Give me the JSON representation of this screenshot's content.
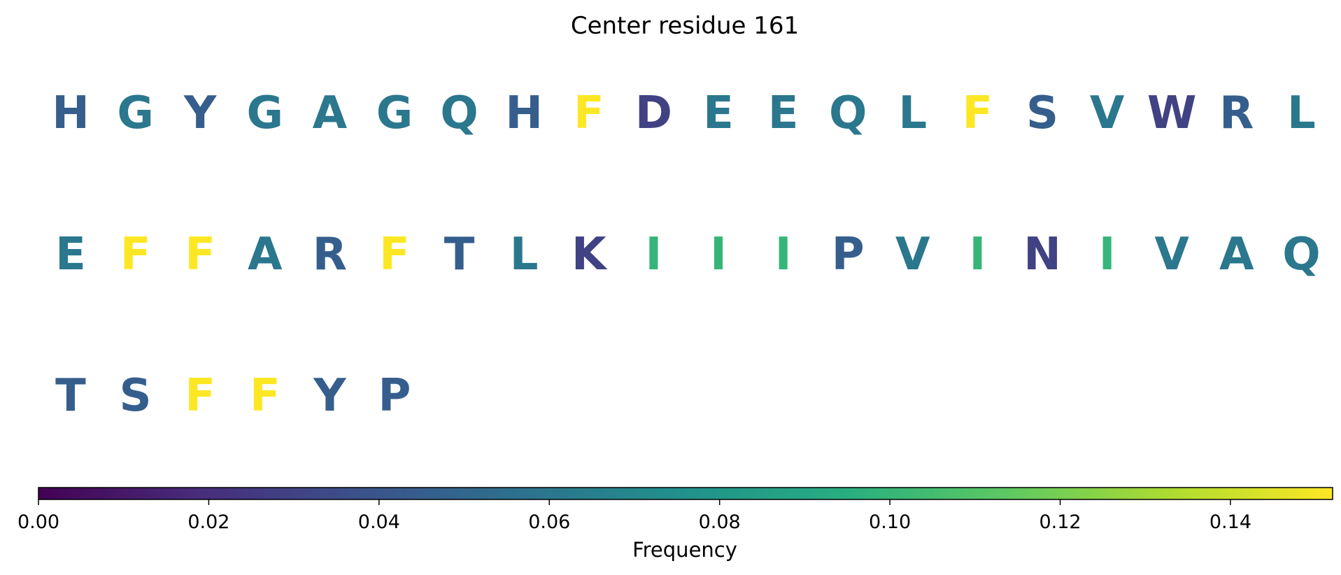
{
  "chart_data": {
    "type": "table",
    "title": "Center residue 161",
    "colormap": "viridis",
    "residues_per_row": 20,
    "residues": [
      {
        "letter": "H",
        "frequency": 0.045
      },
      {
        "letter": "G",
        "frequency": 0.06
      },
      {
        "letter": "Y",
        "frequency": 0.045
      },
      {
        "letter": "G",
        "frequency": 0.06
      },
      {
        "letter": "A",
        "frequency": 0.06
      },
      {
        "letter": "G",
        "frequency": 0.06
      },
      {
        "letter": "Q",
        "frequency": 0.06
      },
      {
        "letter": "H",
        "frequency": 0.045
      },
      {
        "letter": "F",
        "frequency": 0.152
      },
      {
        "letter": "D",
        "frequency": 0.03
      },
      {
        "letter": "E",
        "frequency": 0.06
      },
      {
        "letter": "E",
        "frequency": 0.06
      },
      {
        "letter": "Q",
        "frequency": 0.06
      },
      {
        "letter": "L",
        "frequency": 0.06
      },
      {
        "letter": "F",
        "frequency": 0.152
      },
      {
        "letter": "S",
        "frequency": 0.045
      },
      {
        "letter": "V",
        "frequency": 0.06
      },
      {
        "letter": "W",
        "frequency": 0.03
      },
      {
        "letter": "R",
        "frequency": 0.045
      },
      {
        "letter": "L",
        "frequency": 0.06
      },
      {
        "letter": "E",
        "frequency": 0.06
      },
      {
        "letter": "F",
        "frequency": 0.152
      },
      {
        "letter": "F",
        "frequency": 0.152
      },
      {
        "letter": "A",
        "frequency": 0.06
      },
      {
        "letter": "R",
        "frequency": 0.045
      },
      {
        "letter": "F",
        "frequency": 0.152
      },
      {
        "letter": "T",
        "frequency": 0.045
      },
      {
        "letter": "L",
        "frequency": 0.06
      },
      {
        "letter": "K",
        "frequency": 0.03
      },
      {
        "letter": "I",
        "frequency": 0.1
      },
      {
        "letter": "I",
        "frequency": 0.1
      },
      {
        "letter": "I",
        "frequency": 0.1
      },
      {
        "letter": "P",
        "frequency": 0.045
      },
      {
        "letter": "V",
        "frequency": 0.06
      },
      {
        "letter": "I",
        "frequency": 0.1
      },
      {
        "letter": "N",
        "frequency": 0.03
      },
      {
        "letter": "I",
        "frequency": 0.1
      },
      {
        "letter": "V",
        "frequency": 0.06
      },
      {
        "letter": "A",
        "frequency": 0.06
      },
      {
        "letter": "Q",
        "frequency": 0.06
      },
      {
        "letter": "T",
        "frequency": 0.045
      },
      {
        "letter": "S",
        "frequency": 0.045
      },
      {
        "letter": "F",
        "frequency": 0.152
      },
      {
        "letter": "F",
        "frequency": 0.152
      },
      {
        "letter": "Y",
        "frequency": 0.045
      },
      {
        "letter": "P",
        "frequency": 0.045
      }
    ],
    "colorbar": {
      "label": "Frequency",
      "range": [
        0,
        0.152
      ],
      "ticks": [
        0.0,
        0.02,
        0.04,
        0.06,
        0.08,
        0.1,
        0.12,
        0.14
      ],
      "tick_labels": [
        "0.00",
        "0.02",
        "0.04",
        "0.06",
        "0.08",
        "0.10",
        "0.12",
        "0.14"
      ],
      "orientation": "horizontal",
      "placement": "bottom"
    }
  }
}
